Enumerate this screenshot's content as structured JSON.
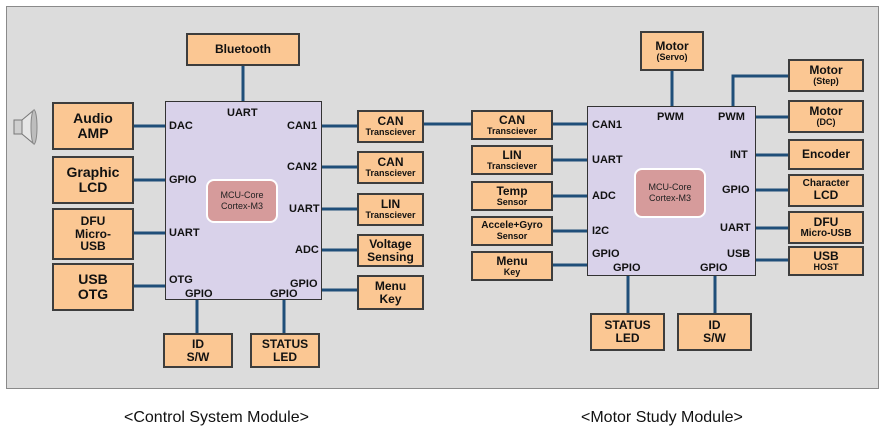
{
  "control_module": {
    "caption": "<Control System Module>",
    "core": {
      "line1": "MCU-Core",
      "line2": "Cortex-M3"
    },
    "pins": {
      "uart_top": "UART",
      "dac": "DAC",
      "gpio_left": "GPIO",
      "uart_left": "UART",
      "otg": "OTG",
      "gpio_bottom_left": "GPIO",
      "gpio_bottom_right": "GPIO",
      "can1": "CAN1",
      "can2": "CAN2",
      "uart_right": "UART",
      "adc": "ADC",
      "gpio_right": "GPIO"
    },
    "blocks": {
      "bluetooth": {
        "title": "Bluetooth"
      },
      "audio_amp": {
        "line1": "Audio",
        "line2": "AMP"
      },
      "graphic_lcd": {
        "line1": "Graphic",
        "line2": "LCD"
      },
      "dfu": {
        "line1": "DFU",
        "line2": "Micro-",
        "line3": "USB"
      },
      "usb_otg": {
        "line1": "USB",
        "line2": "OTG"
      },
      "id_sw": {
        "line1": "ID",
        "line2": "S/W"
      },
      "status_led": {
        "line1": "STATUS",
        "line2": "LED"
      },
      "can_1": {
        "title": "CAN",
        "sub": "Transciever"
      },
      "can_2": {
        "title": "CAN",
        "sub": "Transciever"
      },
      "lin": {
        "title": "LIN",
        "sub": "Transciever"
      },
      "voltage": {
        "line1": "Voltage",
        "line2": "Sensing"
      },
      "menu_key": {
        "line1": "Menu",
        "line2": "Key"
      }
    }
  },
  "motor_module": {
    "caption": "<Motor Study Module>",
    "core": {
      "line1": "MCU-Core",
      "line2": "Cortex-M3"
    },
    "pins": {
      "can1": "CAN1",
      "uart_left": "UART",
      "adc": "ADC",
      "i2c": "I2C",
      "gpio_left": "GPIO",
      "gpio_bottom_left": "GPIO",
      "gpio_bottom_right": "GPIO",
      "pwm_top_left": "PWM",
      "pwm_top_right": "PWM",
      "int": "INT",
      "gpio_right": "GPIO",
      "uart_right": "UART",
      "usb": "USB"
    },
    "blocks": {
      "can": {
        "title": "CAN",
        "sub": "Transciever"
      },
      "lin": {
        "title": "LIN",
        "sub": "Transciever"
      },
      "temp": {
        "title": "Temp",
        "sub": "Sensor"
      },
      "accel": {
        "title": "Accele+Gyro",
        "sub": "Sensor"
      },
      "menu": {
        "title": "Menu",
        "sub": "Key"
      },
      "motor_servo": {
        "title": "Motor",
        "sub": "(Servo)"
      },
      "motor_step": {
        "title": "Motor",
        "sub": "(Step)"
      },
      "motor_dc": {
        "title": "Motor",
        "sub": "(DC)"
      },
      "encoder": {
        "title": "Encoder"
      },
      "char_lcd": {
        "line1": "Character",
        "line2": "LCD"
      },
      "dfu": {
        "line1": "DFU",
        "line2": "Micro-USB"
      },
      "usb_host": {
        "line1": "USB",
        "line2": "HOST"
      },
      "status_led": {
        "line1": "STATUS",
        "line2": "LED"
      },
      "id_sw": {
        "line1": "ID",
        "line2": "S/W"
      }
    }
  },
  "icons": {
    "speaker": "speaker-icon"
  },
  "colors": {
    "block_fill": "#fbc793",
    "mcu_fill": "#d9d2ea",
    "core_fill": "#d69b9b",
    "wire": "#1f4e79",
    "panel": "#dcdcdc"
  }
}
